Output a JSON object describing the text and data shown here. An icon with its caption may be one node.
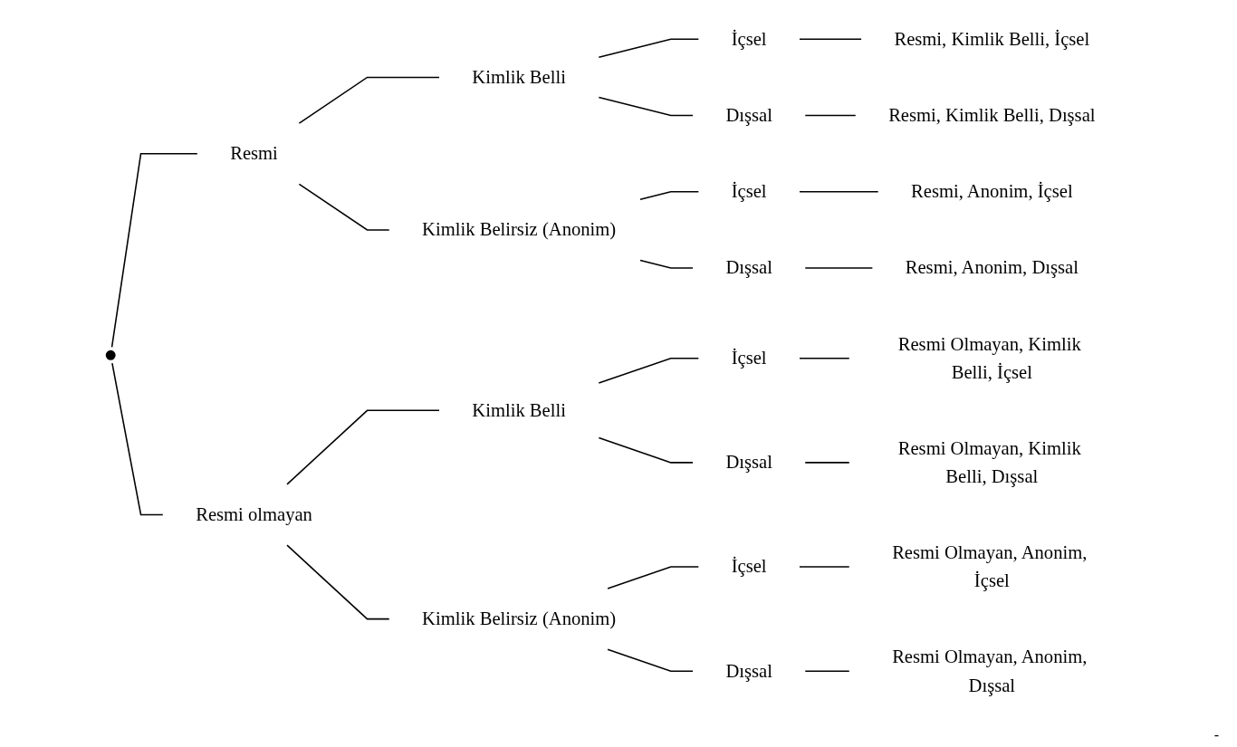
{
  "diagram": {
    "nodes": [
      {
        "text": [],
        "shape": "circle"
      },
      {
        "text": [
          "Resmi"
        ]
      },
      {
        "text": [
          "Kimlik Belli"
        ]
      },
      {
        "text": [
          "İçsel"
        ]
      },
      {
        "text": [
          "Resmi, Kimlik Belli, İçsel"
        ]
      },
      {
        "text": [
          "Dışsal"
        ]
      },
      {
        "text": [
          "Resmi, Kimlik Belli, Dışsal"
        ]
      },
      {
        "text": [
          "Kimlik Belirsiz (Anonim)"
        ]
      },
      {
        "text": [
          "İçsel"
        ]
      },
      {
        "text": [
          "Resmi, Anonim, İçsel"
        ]
      },
      {
        "text": [
          "Dışsal"
        ]
      },
      {
        "text": [
          "Resmi, Anonim, Dışsal"
        ]
      },
      {
        "text": [
          "Resmi olmayan"
        ]
      },
      {
        "text": [
          "Kimlik Belli"
        ]
      },
      {
        "text": [
          "İçsel"
        ]
      },
      {
        "text": [
          "Resmi Olmayan, Kimlik Belli, İçsel"
        ]
      },
      {
        "text": [
          "Dışsal"
        ]
      },
      {
        "text": [
          "Resmi Olmayan, Kimlik Belli, Dışsal"
        ]
      },
      {
        "text": [
          "Kimlik Belirsiz (Anonim)"
        ]
      },
      {
        "text": [
          "İçsel"
        ]
      },
      {
        "text": [
          "Resmi Olmayan, Anonim, İçsel"
        ]
      },
      {
        "text": [
          "Dışsal"
        ]
      },
      {
        "text": [
          "Resmi Olmayan, Anonim, Dışsal"
        ]
      }
    ],
    "edges": [
      {
        "from": 0,
        "to": 1,
        "arrow": "none"
      },
      {
        "from": 1,
        "to": 2,
        "arrow": "none"
      },
      {
        "from": 2,
        "to": 3,
        "arrow": "none"
      },
      {
        "from": 3,
        "to": 4,
        "arrow": "none"
      },
      {
        "from": 2,
        "to": 5,
        "arrow": "none"
      },
      {
        "from": 5,
        "to": 6,
        "arrow": "none"
      },
      {
        "from": 1,
        "to": 7,
        "arrow": "none"
      },
      {
        "from": 7,
        "to": 8,
        "arrow": "none"
      },
      {
        "from": 8,
        "to": 9,
        "arrow": "none"
      },
      {
        "from": 7,
        "to": 10,
        "arrow": "none"
      },
      {
        "from": 10,
        "to": 11,
        "arrow": "none"
      },
      {
        "from": 0,
        "to": 12,
        "arrow": "none"
      },
      {
        "from": 12,
        "to": 13,
        "arrow": "none"
      },
      {
        "from": 13,
        "to": 14,
        "arrow": "none"
      },
      {
        "from": 14,
        "to": 15,
        "arrow": "none"
      },
      {
        "from": 13,
        "to": 16,
        "arrow": "none"
      },
      {
        "from": 16,
        "to": 17,
        "arrow": "none"
      },
      {
        "from": 12,
        "to": 18,
        "arrow": "none"
      },
      {
        "from": 18,
        "to": 19,
        "arrow": "none"
      },
      {
        "from": 19,
        "to": 20,
        "arrow": "none"
      },
      {
        "from": 18,
        "to": 21,
        "arrow": "none"
      },
      {
        "from": 21,
        "to": 22,
        "arrow": "none"
      }
    ],
    "labels": [
      "-"
    ]
  }
}
